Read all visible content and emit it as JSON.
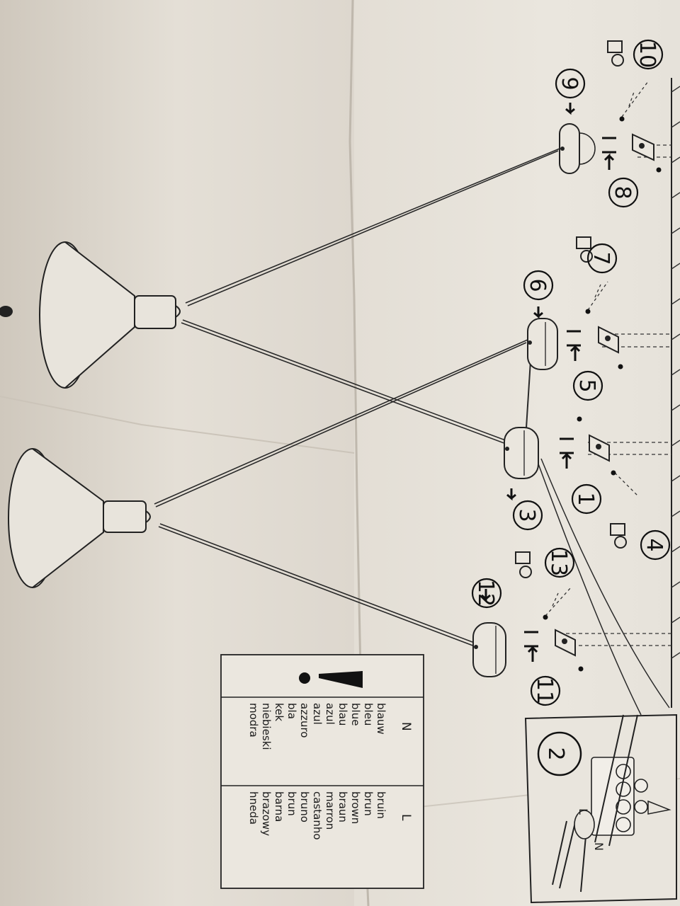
{
  "steps": [
    {
      "n": "1"
    },
    {
      "n": "2"
    },
    {
      "n": "3"
    },
    {
      "n": "4"
    },
    {
      "n": "5"
    },
    {
      "n": "6"
    },
    {
      "n": "7"
    },
    {
      "n": "8"
    },
    {
      "n": "9"
    },
    {
      "n": "10"
    },
    {
      "n": "11"
    },
    {
      "n": "12"
    },
    {
      "n": "13"
    }
  ],
  "wire_table": {
    "headers": [
      "N",
      "L"
    ],
    "rows": [
      [
        "blauw",
        "bruin"
      ],
      [
        "bleu",
        "brun"
      ],
      [
        "blue",
        "brown"
      ],
      [
        "blau",
        "braun"
      ],
      [
        "azul",
        "marron"
      ],
      [
        "azul",
        "castanho"
      ],
      [
        "azzuro",
        "bruno"
      ],
      [
        "bla",
        "brun"
      ],
      [
        "kek",
        "barna"
      ],
      [
        "niebieski",
        "brazowy"
      ],
      [
        "modra",
        "hneda"
      ]
    ],
    "warning_icon": "exclamation-icon"
  },
  "terminal_labels": {
    "l": "L",
    "n": "N"
  },
  "colors": {
    "paper": "#ebe7df",
    "paper_shadow": "#cfc9bf",
    "ink": "#1a1a1a"
  }
}
